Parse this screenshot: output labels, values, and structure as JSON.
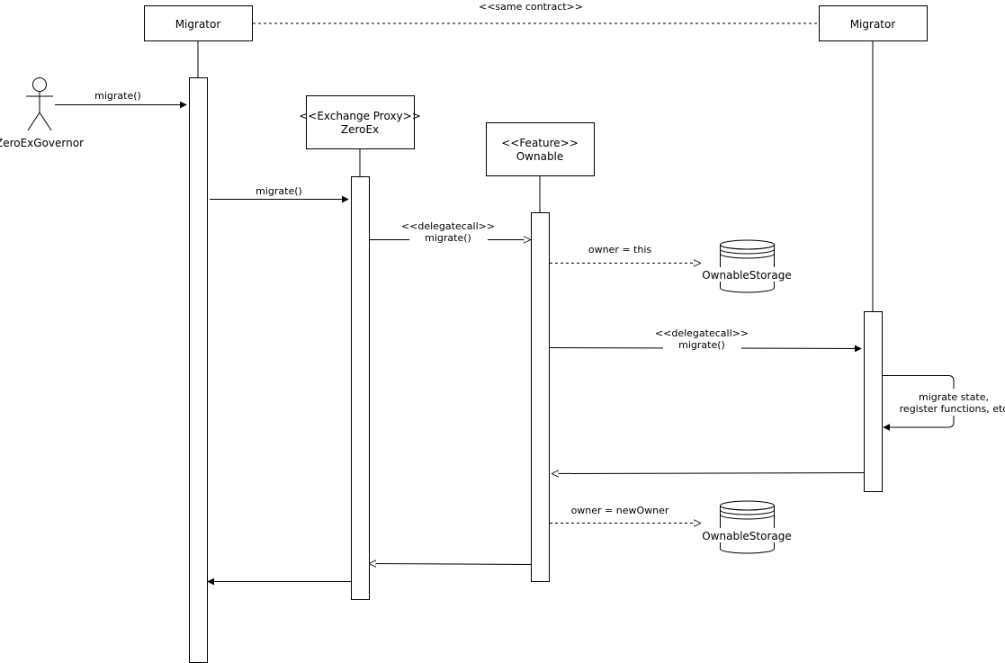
{
  "participants": {
    "migrator_left": {
      "label": "Migrator"
    },
    "migrator_right": {
      "label": "Migrator"
    },
    "exchange_proxy": {
      "stereotype": "<<Exchange Proxy>>",
      "label": "ZeroEx"
    },
    "feature_ownable": {
      "stereotype": "<<Feature>>",
      "label": "Ownable"
    },
    "actor": {
      "label": "ZeroExGovernor"
    }
  },
  "relation": {
    "label": "<<same contract>>"
  },
  "storages": [
    {
      "label": "OwnableStorage"
    },
    {
      "label": "OwnableStorage"
    }
  ],
  "messages": {
    "m1": {
      "label": "migrate()"
    },
    "m2": {
      "label": "migrate()"
    },
    "m3": {
      "line1": "<<delegatecall>>",
      "line2": "migrate()"
    },
    "m4": {
      "label": "owner = this"
    },
    "m5": {
      "line1": "<<delegatecall>>",
      "line2": "migrate()"
    },
    "m6": {
      "line1": "migrate state,",
      "line2": "register functions, etc"
    },
    "m8": {
      "label": "owner = newOwner"
    }
  },
  "colors": {
    "stroke": "#000000",
    "background": "#ffffff"
  }
}
